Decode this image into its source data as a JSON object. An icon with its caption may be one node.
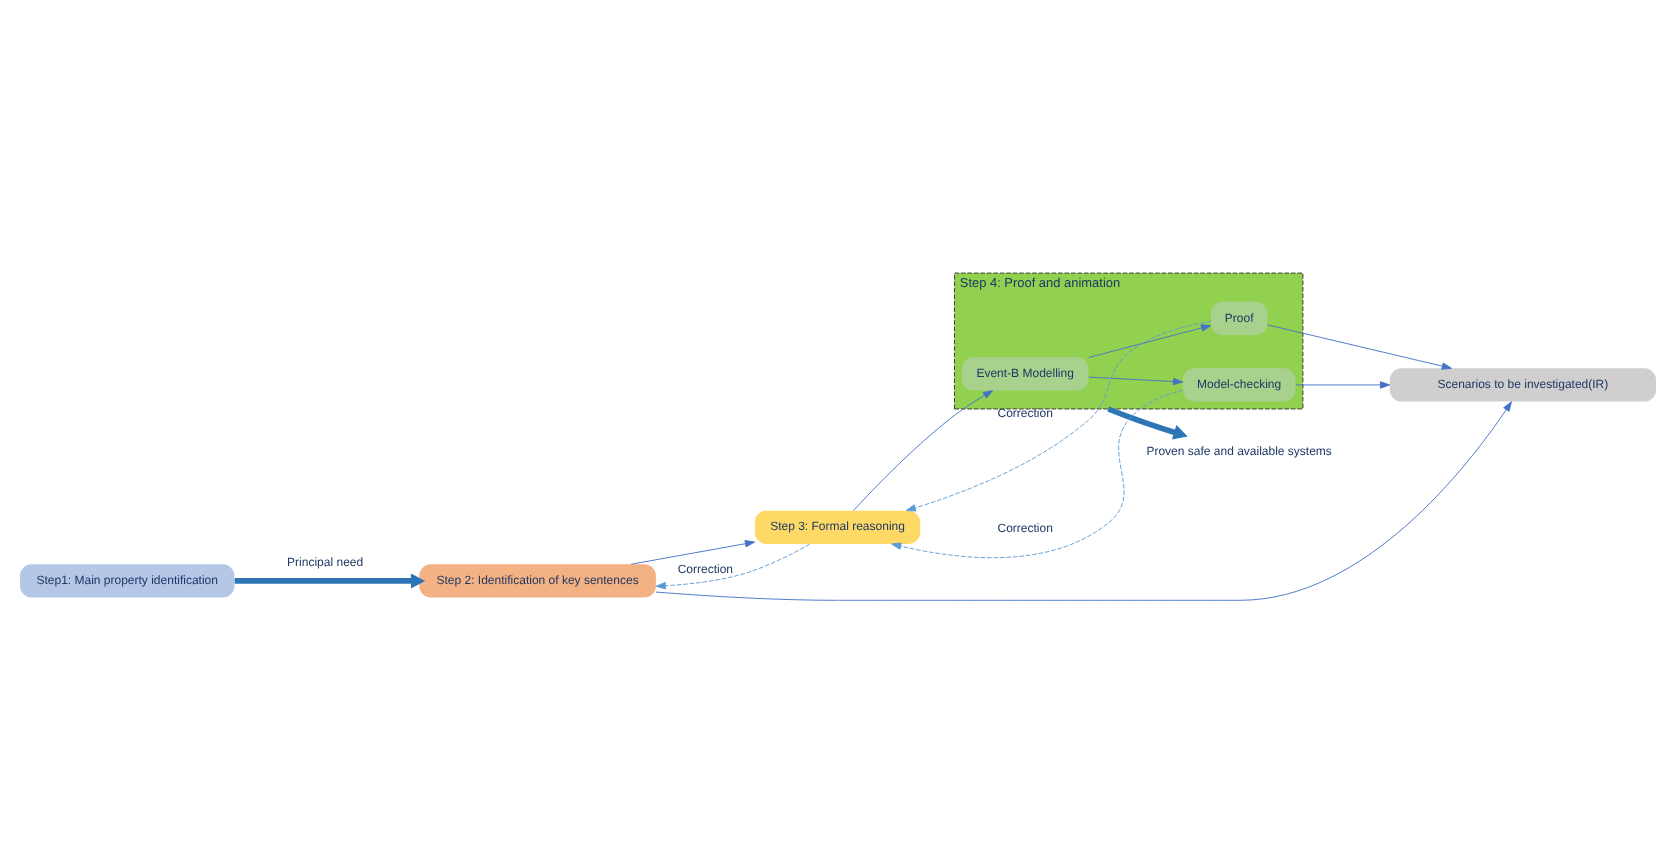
{
  "diagram": {
    "nodes": [
      {
        "text": [
          "Step1: Main property identification"
        ]
      },
      {
        "text": [
          "Step 2: Identification of key sentences"
        ]
      },
      {
        "text": [
          "Step 3: Formal reasoning"
        ]
      },
      {
        "text": [
          "Step 4: Proof and animation"
        ]
      },
      {
        "text": [
          "Event-B Modelling"
        ],
        "in": 3
      },
      {
        "text": [
          "Proof"
        ],
        "in": 3
      },
      {
        "text": [
          "Model-checking"
        ],
        "in": 3
      },
      {
        "text": [
          "Proven safe and available systems"
        ]
      },
      {
        "text": [
          "Scenarios to be investigated(IR)"
        ]
      }
    ],
    "edges": [
      {
        "from": 0,
        "to": 1,
        "arrow": "to",
        "label": "Principal need",
        "style": "thick",
        "color": "#2e75b6"
      },
      {
        "from": 1,
        "to": 2,
        "arrow": "to"
      },
      {
        "from": 2,
        "to": 4,
        "arrow": "to"
      },
      {
        "from": 4,
        "to": 5,
        "arrow": "to"
      },
      {
        "from": 4,
        "to": 6,
        "arrow": "to"
      },
      {
        "from": 3,
        "to": 7,
        "arrow": "to",
        "style": "thick",
        "color": "#2e75b6"
      },
      {
        "from": 5,
        "to": 2,
        "arrow": "to",
        "label": "Correction",
        "style": "dashed",
        "color": "#5b9bd5"
      },
      {
        "from": 2,
        "to": 1,
        "arrow": "to",
        "label": "Correction",
        "style": "dashed",
        "color": "#5b9bd5"
      },
      {
        "from": 6,
        "to": 2,
        "arrow": "to",
        "label": "Correction",
        "style": "dashed",
        "color": "#5b9bd5"
      },
      {
        "from": 1,
        "to": 8,
        "arrow": "to"
      },
      {
        "from": 6,
        "to": 8,
        "arrow": "to"
      },
      {
        "from": 5,
        "to": 8,
        "arrow": "to"
      }
    ]
  }
}
